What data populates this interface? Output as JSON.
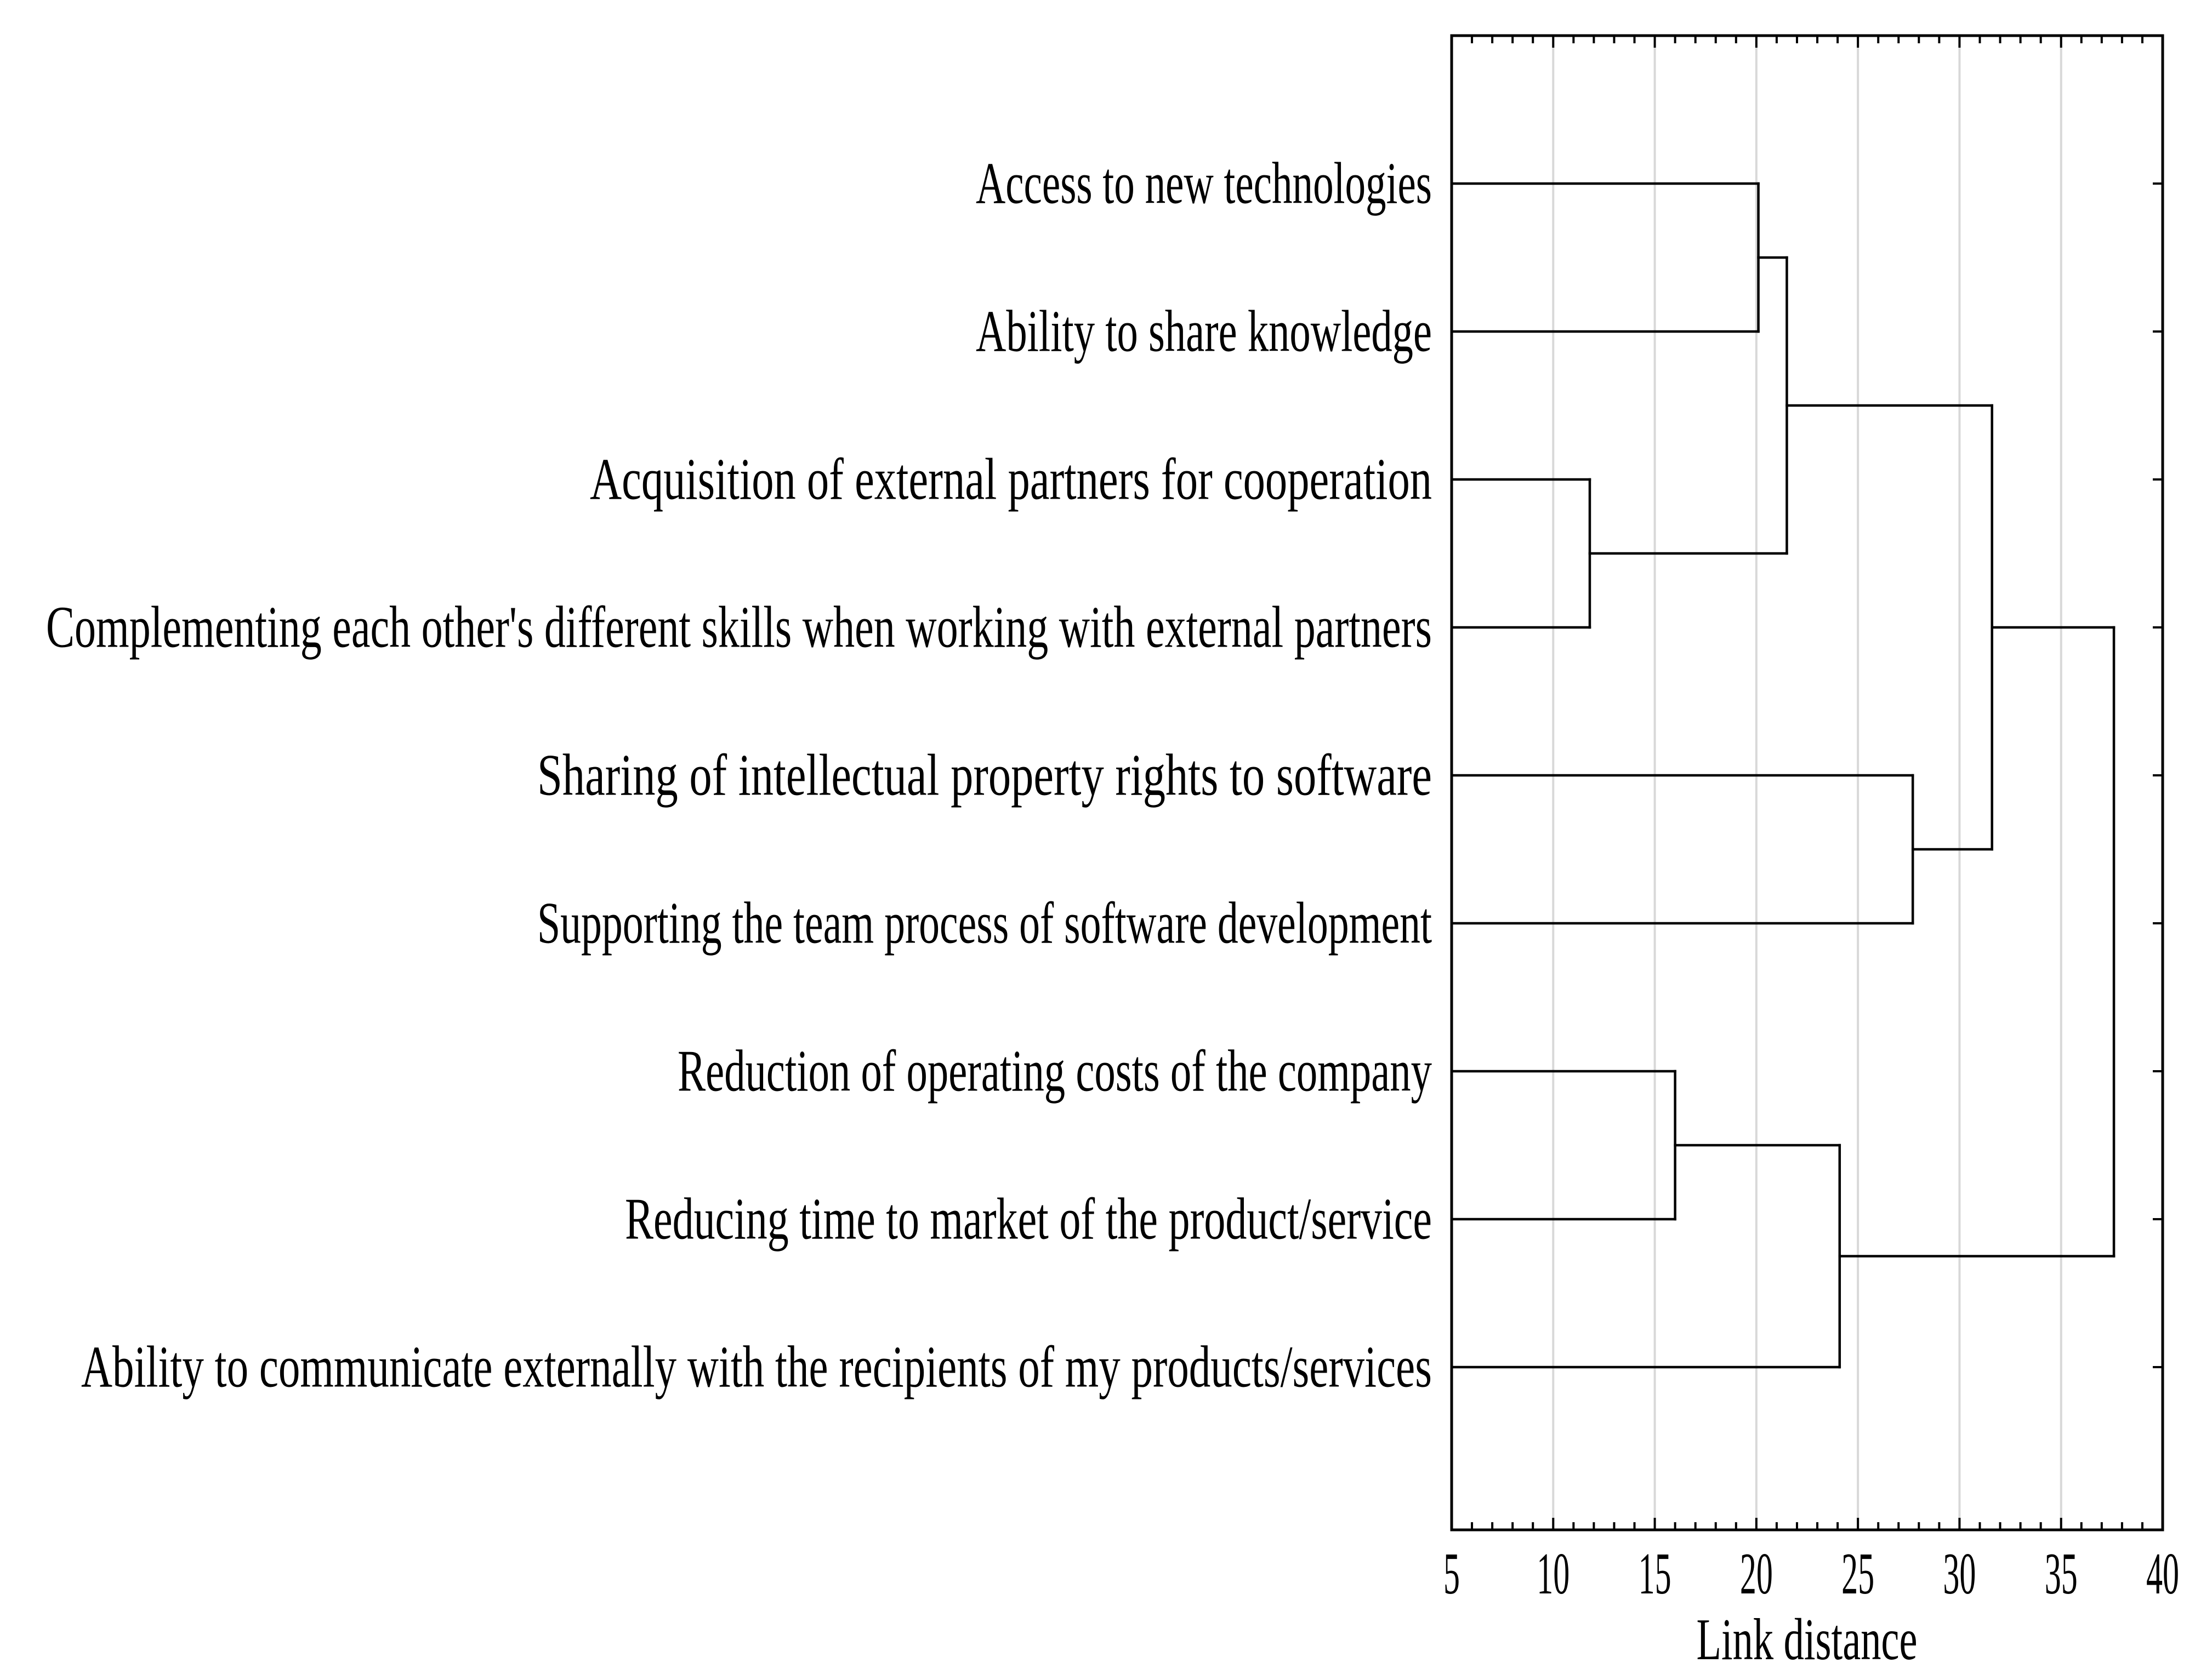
{
  "page": {
    "background": "#ffffff"
  },
  "colors": {
    "line": "#000000",
    "grid": "#d8d8d8",
    "text": "#000000",
    "background": "#ffffff"
  },
  "chart_data": {
    "type": "dendrogram",
    "title": "",
    "xlabel": "Link distance",
    "orientation": "horizontal, tree grows left-to-right, leaf labels on left",
    "x_axis": {
      "min": 5,
      "max": 40,
      "tick_labels": [
        "5",
        "10",
        "15",
        "20",
        "25",
        "30",
        "35",
        "40"
      ],
      "major_tick_step": 5,
      "minor_tick_step": 1,
      "gridlines_at": [
        10,
        15,
        20,
        25,
        30,
        35
      ],
      "grid_on": true,
      "ticks_inside": true,
      "right_border_ticks": "one short tick per leaf row"
    },
    "leaves": [
      "Access to new technologies",
      "Ability to share knowledge",
      "Acquisition of external partners for cooperation",
      "Complementing each other's different skills when working with external partners",
      "Sharing of intellectual property rights to software",
      "Supporting the team process of software development",
      "Reduction of operating costs of the company",
      "Reducing time to market of the product/service",
      "Ability to communicate externally with the recipients of my products/services"
    ],
    "merges": [
      {
        "id": "A",
        "members": [
          "Access to new technologies",
          "Ability to share knowledge"
        ],
        "link_distance": 20.1
      },
      {
        "id": "B",
        "members": [
          "Acquisition of external partners for cooperation",
          "Complementing each other's different skills when working with external partners"
        ],
        "link_distance": 11.8
      },
      {
        "id": "C",
        "members": [
          "A",
          "B"
        ],
        "link_distance": 21.5
      },
      {
        "id": "D",
        "members": [
          "Sharing of intellectual property rights to software",
          "Supporting the team process of software development"
        ],
        "link_distance": 27.7
      },
      {
        "id": "E",
        "members": [
          "C",
          "D"
        ],
        "link_distance": 31.6
      },
      {
        "id": "F",
        "members": [
          "Reduction of operating costs of the company",
          "Reducing time to market of the product/service"
        ],
        "link_distance": 16.0
      },
      {
        "id": "G",
        "members": [
          "F",
          "Ability to communicate externally with the recipients of my products/services"
        ],
        "link_distance": 24.1
      },
      {
        "id": "ROOT",
        "members": [
          "E",
          "G"
        ],
        "link_distance": 37.6
      }
    ],
    "tree": {
      "d": 37.6,
      "c": [
        {
          "d": 31.6,
          "c": [
            {
              "d": 21.5,
              "c": [
                {
                  "d": 20.1,
                  "c": [
                    {
                      "leaf": 0
                    },
                    {
                      "leaf": 1
                    }
                  ]
                },
                {
                  "d": 11.8,
                  "c": [
                    {
                      "leaf": 2
                    },
                    {
                      "leaf": 3
                    }
                  ]
                }
              ]
            },
            {
              "d": 27.7,
              "c": [
                {
                  "leaf": 4
                },
                {
                  "leaf": 5
                }
              ]
            }
          ]
        },
        {
          "d": 24.1,
          "c": [
            {
              "d": 16.0,
              "c": [
                {
                  "leaf": 6
                },
                {
                  "leaf": 7
                }
              ]
            },
            {
              "leaf": 8
            }
          ]
        }
      ]
    }
  }
}
